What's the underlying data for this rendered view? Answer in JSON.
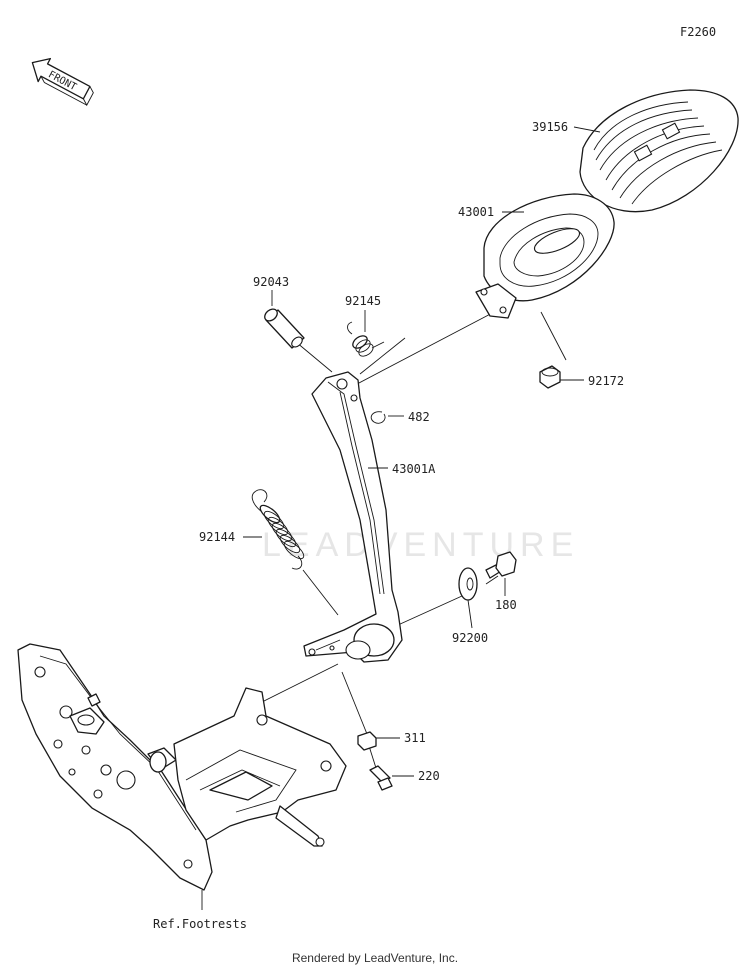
{
  "diagram_code": "F2260",
  "front_label": "FRONT",
  "watermark": "LEADVENTURE",
  "parts": {
    "p39156": "39156",
    "p43001": "43001",
    "p92043": "92043",
    "p92145": "92145",
    "p92172": "92172",
    "p482": "482",
    "p43001A": "43001A",
    "p92144": "92144",
    "p180": "180",
    "p92200": "92200",
    "p311": "311",
    "p220": "220"
  },
  "ref_label": "Ref.Footrests",
  "footer": "Rendered by LeadVenture, Inc."
}
